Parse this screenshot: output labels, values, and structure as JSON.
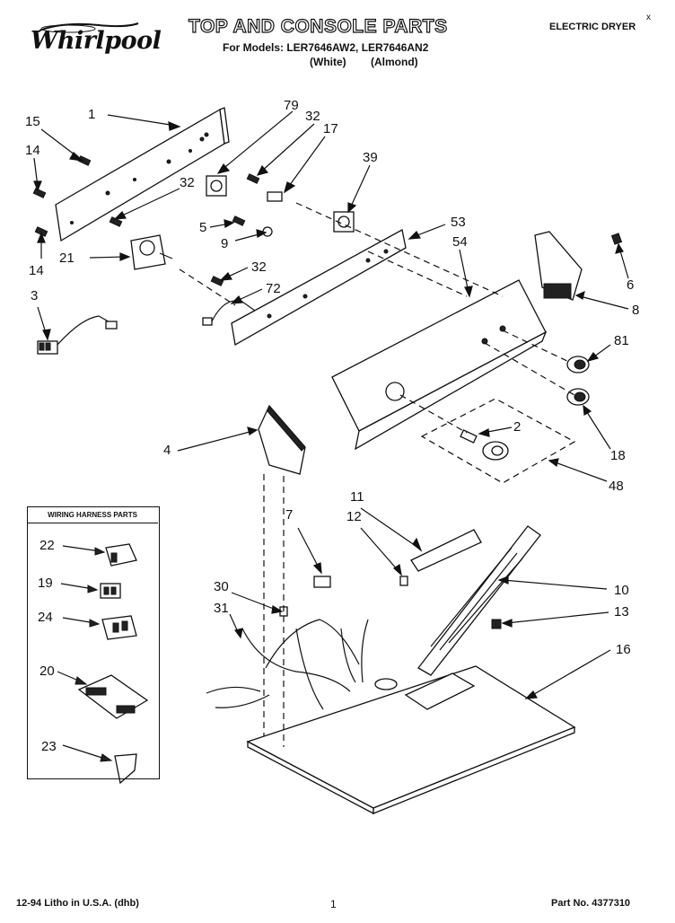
{
  "header": {
    "brand": "Whirlpool",
    "title": "TOP AND CONSOLE PARTS",
    "models": "For Models: LER7646AW2, LER7646AN2",
    "colors": "(White)   (Almond)",
    "appliance_type": "ELECTRIC DRYER"
  },
  "wiring_harness": {
    "title": "WIRING HARNESS PARTS",
    "items": [
      "22",
      "19",
      "24",
      "20",
      "23"
    ]
  },
  "callouts": {
    "c1": "1",
    "c15": "15",
    "c14a": "14",
    "c14b": "14",
    "c21": "21",
    "c3": "3",
    "c79": "79",
    "c32a": "32",
    "c17": "17",
    "c32b": "32",
    "c5": "5",
    "c9": "9",
    "c32c": "32",
    "c72": "72",
    "c39": "39",
    "c53": "53",
    "c54": "54",
    "c6": "6",
    "c8": "8",
    "c81": "81",
    "c2": "2",
    "c18": "18",
    "c48": "48",
    "c4": "4",
    "c7": "7",
    "c11": "11",
    "c12": "12",
    "c10": "10",
    "c30": "30",
    "c31": "31",
    "c13": "13",
    "c16": "16"
  },
  "footer": {
    "litho": "12-94 Litho in U.S.A. (dhb)",
    "page": "1",
    "part_no": "Part No. 4377310"
  }
}
